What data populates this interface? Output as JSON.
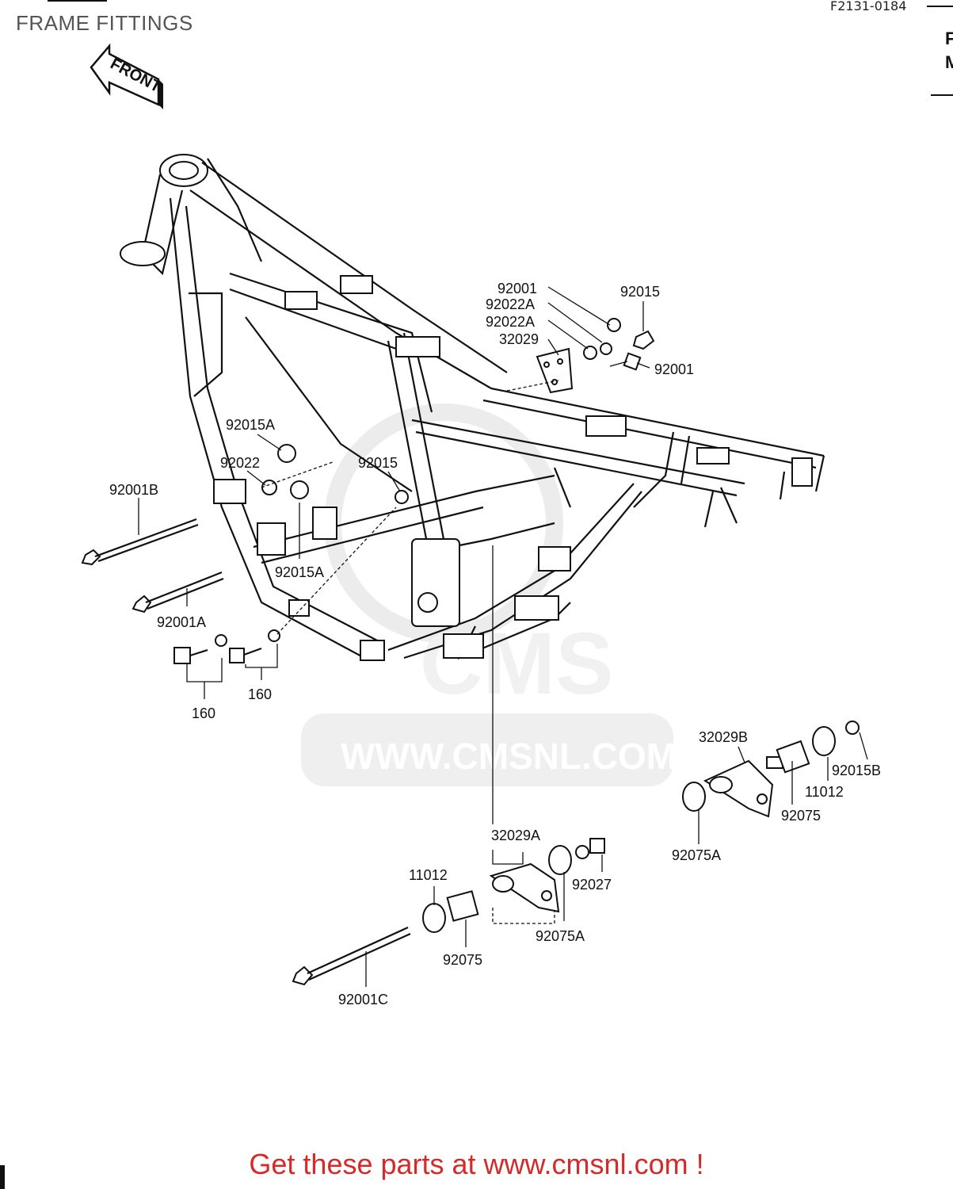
{
  "header": {
    "title": "FRAME FITTINGS",
    "diagram_code": "F2131-0184",
    "front_label": "FRONT",
    "corner_fragment_1": "F",
    "corner_fragment_2": "M"
  },
  "watermark": {
    "logo_text": "CMS",
    "url_text": "WWW.CMSNL.COM"
  },
  "parts": {
    "p92001_top": "92001",
    "p92022A_1": "92022A",
    "p92022A_2": "92022A",
    "p32029": "32029",
    "p92015_top": "92015",
    "p92001_right": "92001",
    "p92015A_upper": "92015A",
    "p92022": "92022",
    "p92015_mid": "92015",
    "p92001B": "92001B",
    "p92015A_lower": "92015A",
    "p92001A": "92001A",
    "p160_left": "160",
    "p160_right": "160",
    "p32029B": "32029B",
    "p92015B": "92015B",
    "p11012_right": "11012",
    "p92075_right": "92075",
    "p92075A_right": "92075A",
    "p32029A": "32029A",
    "p11012_left": "11012",
    "p92027": "92027",
    "p92075A_bottom": "92075A",
    "p92075_bottom": "92075",
    "p92001C": "92001C"
  },
  "footer": {
    "text": "Get these parts at www.cmsnl.com !"
  },
  "colors": {
    "footer": "#d42a2a",
    "title": "#555555",
    "watermark": "#dddddd"
  }
}
